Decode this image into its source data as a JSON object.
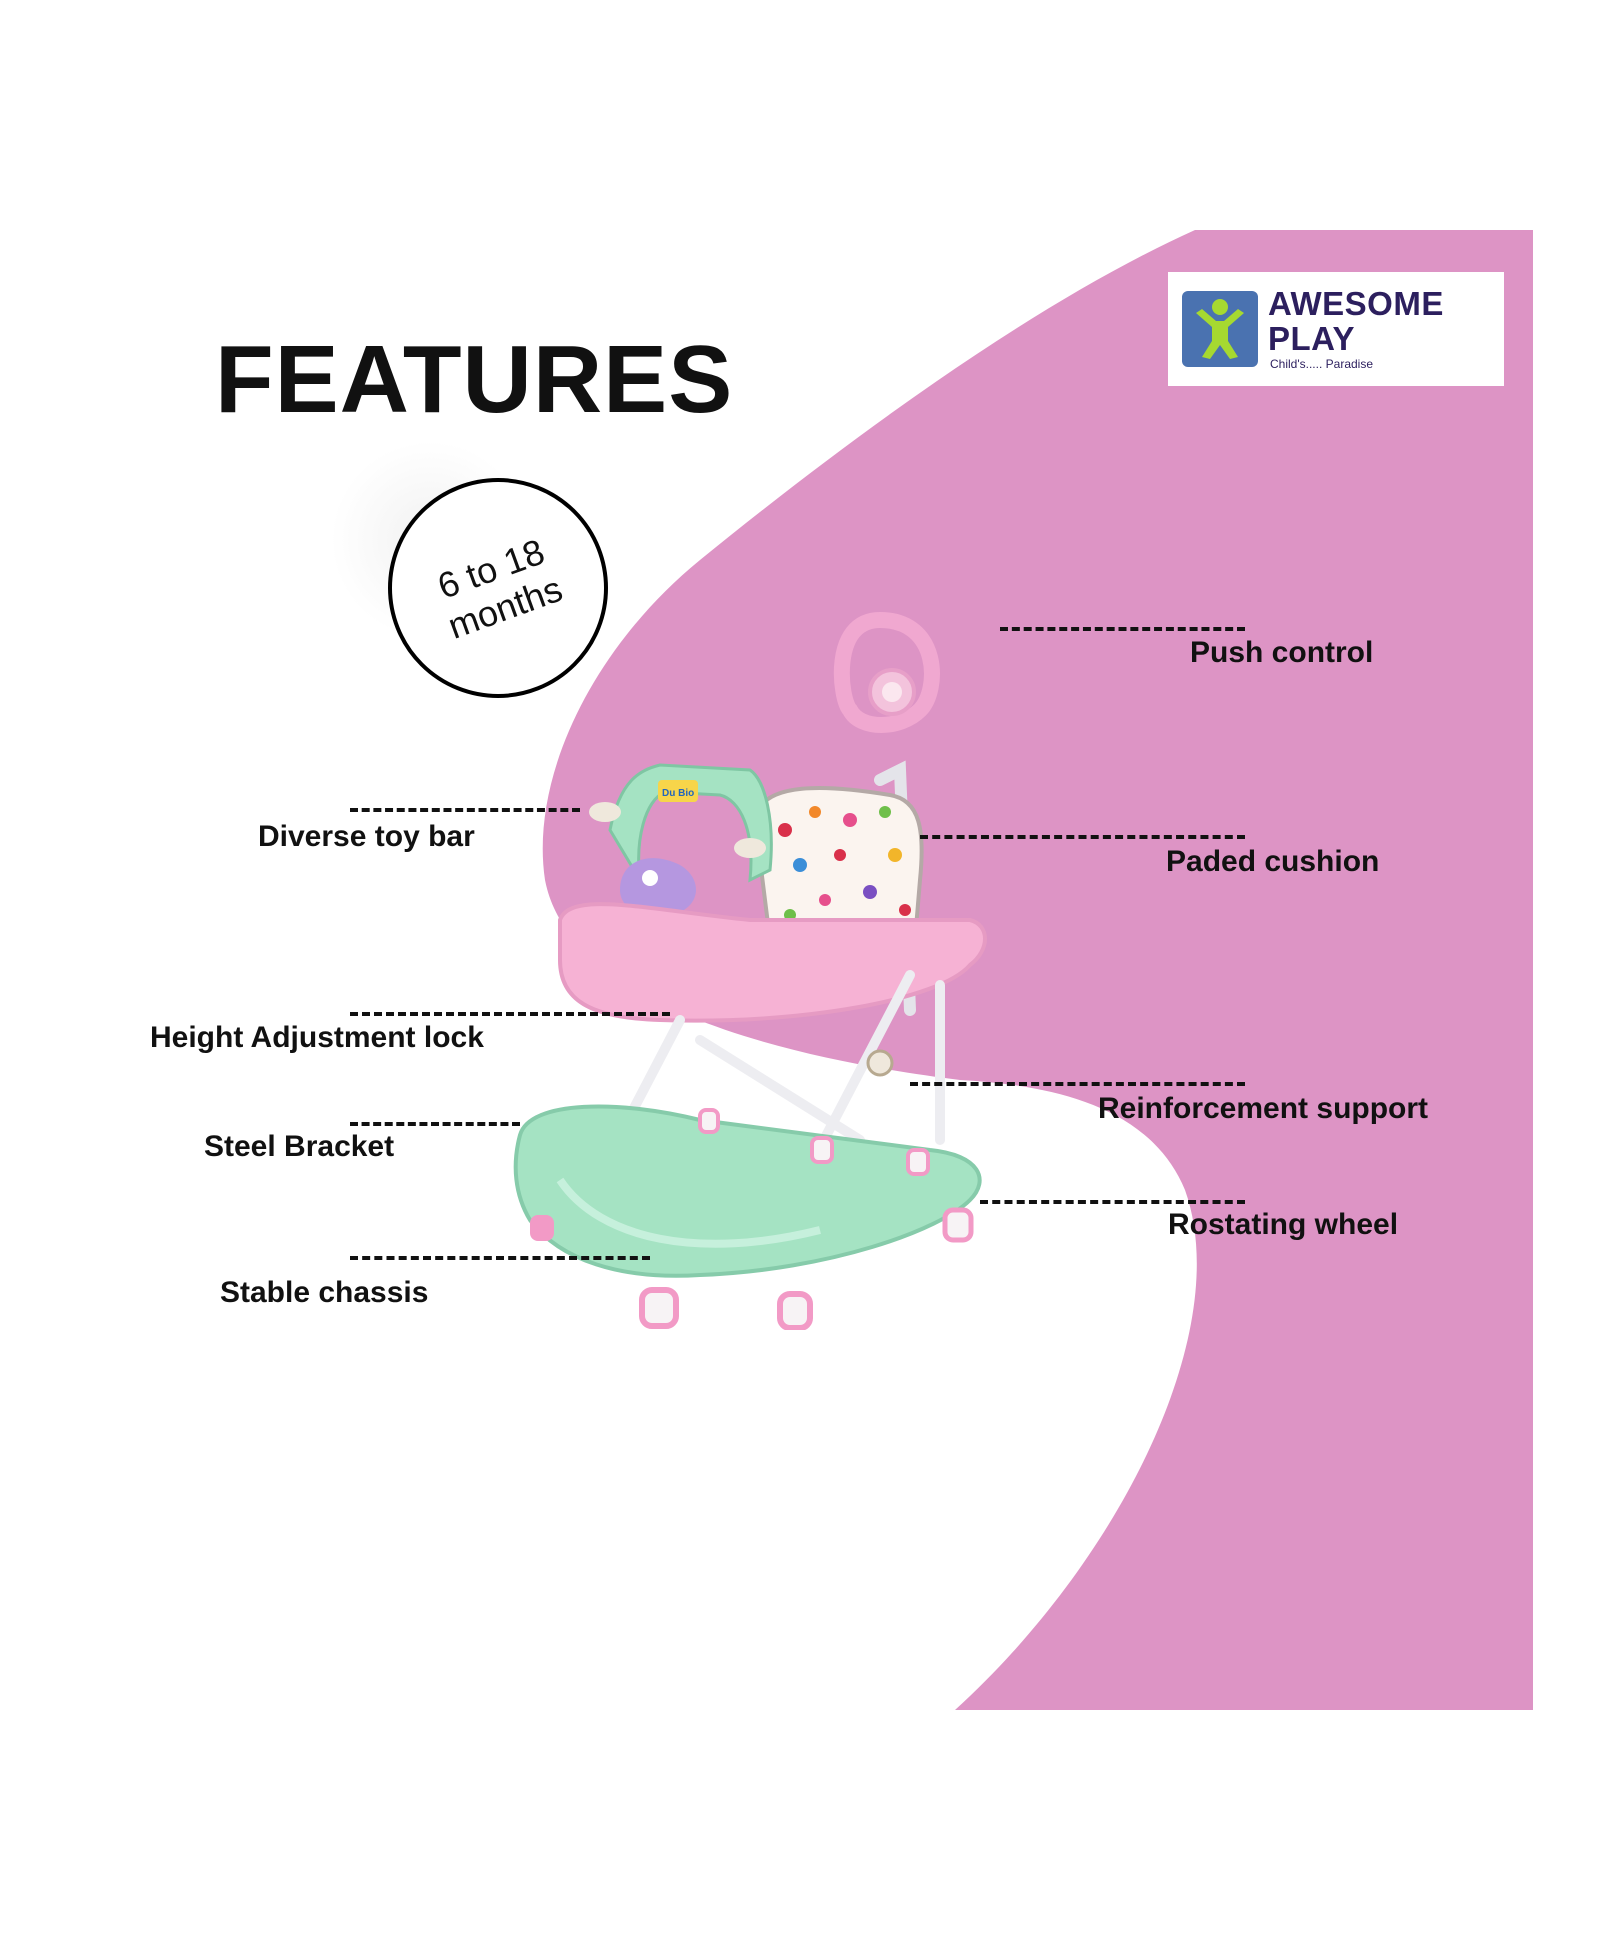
{
  "title": "FEATURES",
  "badge": {
    "line1": "6 to 18",
    "line2": "months"
  },
  "brand": {
    "name_line1": "AWESOME",
    "name_line2": "PLAY",
    "tagline": "Child's..... Paradise",
    "logo_icon": "child-figure-icon"
  },
  "features": {
    "push_control": "Push  control",
    "padded_cushion": "Paded cushion",
    "diverse_toy_bar": "Diverse toy  bar",
    "height_adjustment_lock": "Height  Adjustment  lock",
    "reinforcement_support": "Reinforcement  support",
    "steel_bracket": "Steel Bracket",
    "rotating_wheel": "Rostating wheel",
    "stable_chassis": "Stable  chassis"
  },
  "product_image": {
    "toy_label": "Du Bio"
  },
  "colors": {
    "background": "#ffffff",
    "pink_shape": "#dd94c5",
    "text": "#111111",
    "brand_text": "#2c1f5e",
    "logo_square": "#4a72b0",
    "logo_figure": "#a6d930",
    "walker_tray": "#f6b2d4",
    "walker_base": "#a5e3c3",
    "toy_purple": "#b597e0"
  }
}
